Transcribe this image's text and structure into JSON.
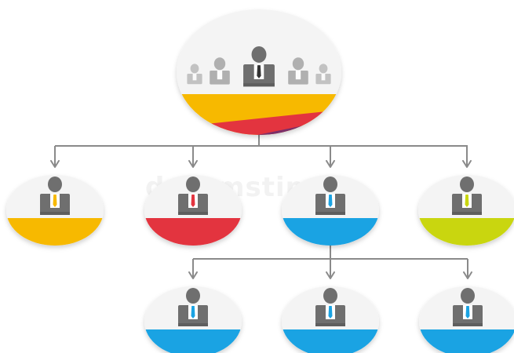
{
  "watermark": "dreamstime.",
  "colors": {
    "connector": "#8a8a8a",
    "person": "#6f6f6f",
    "person_dark": "#5e5e5e",
    "node_fill": "#f4f4f4",
    "yellow": "#f7b900",
    "red": "#e3343f",
    "blue": "#1aa3e3",
    "green": "#c9d60f",
    "purple": "#7a2f6a"
  },
  "org_chart": {
    "root": {
      "role": "group",
      "icon": "team-icon",
      "band_colors": [
        "yellow",
        "red",
        "purple"
      ]
    },
    "level1": [
      {
        "id": "l1-1",
        "icon": "person-icon",
        "tie_color": "yellow",
        "band": "yellow"
      },
      {
        "id": "l1-2",
        "icon": "person-icon",
        "tie_color": "red",
        "band": "red"
      },
      {
        "id": "l1-3",
        "icon": "person-icon",
        "tie_color": "blue",
        "band": "blue"
      },
      {
        "id": "l1-4",
        "icon": "person-icon",
        "tie_color": "green",
        "band": "green"
      }
    ],
    "level2": [
      {
        "id": "l2-1",
        "parent": "l1-3",
        "icon": "person-icon",
        "tie_color": "blue",
        "band": "blue"
      },
      {
        "id": "l2-2",
        "parent": "l1-3",
        "icon": "person-icon",
        "tie_color": "blue",
        "band": "blue"
      },
      {
        "id": "l2-3",
        "parent": "l1-3",
        "icon": "person-icon",
        "tie_color": "blue",
        "band": "blue"
      }
    ]
  }
}
